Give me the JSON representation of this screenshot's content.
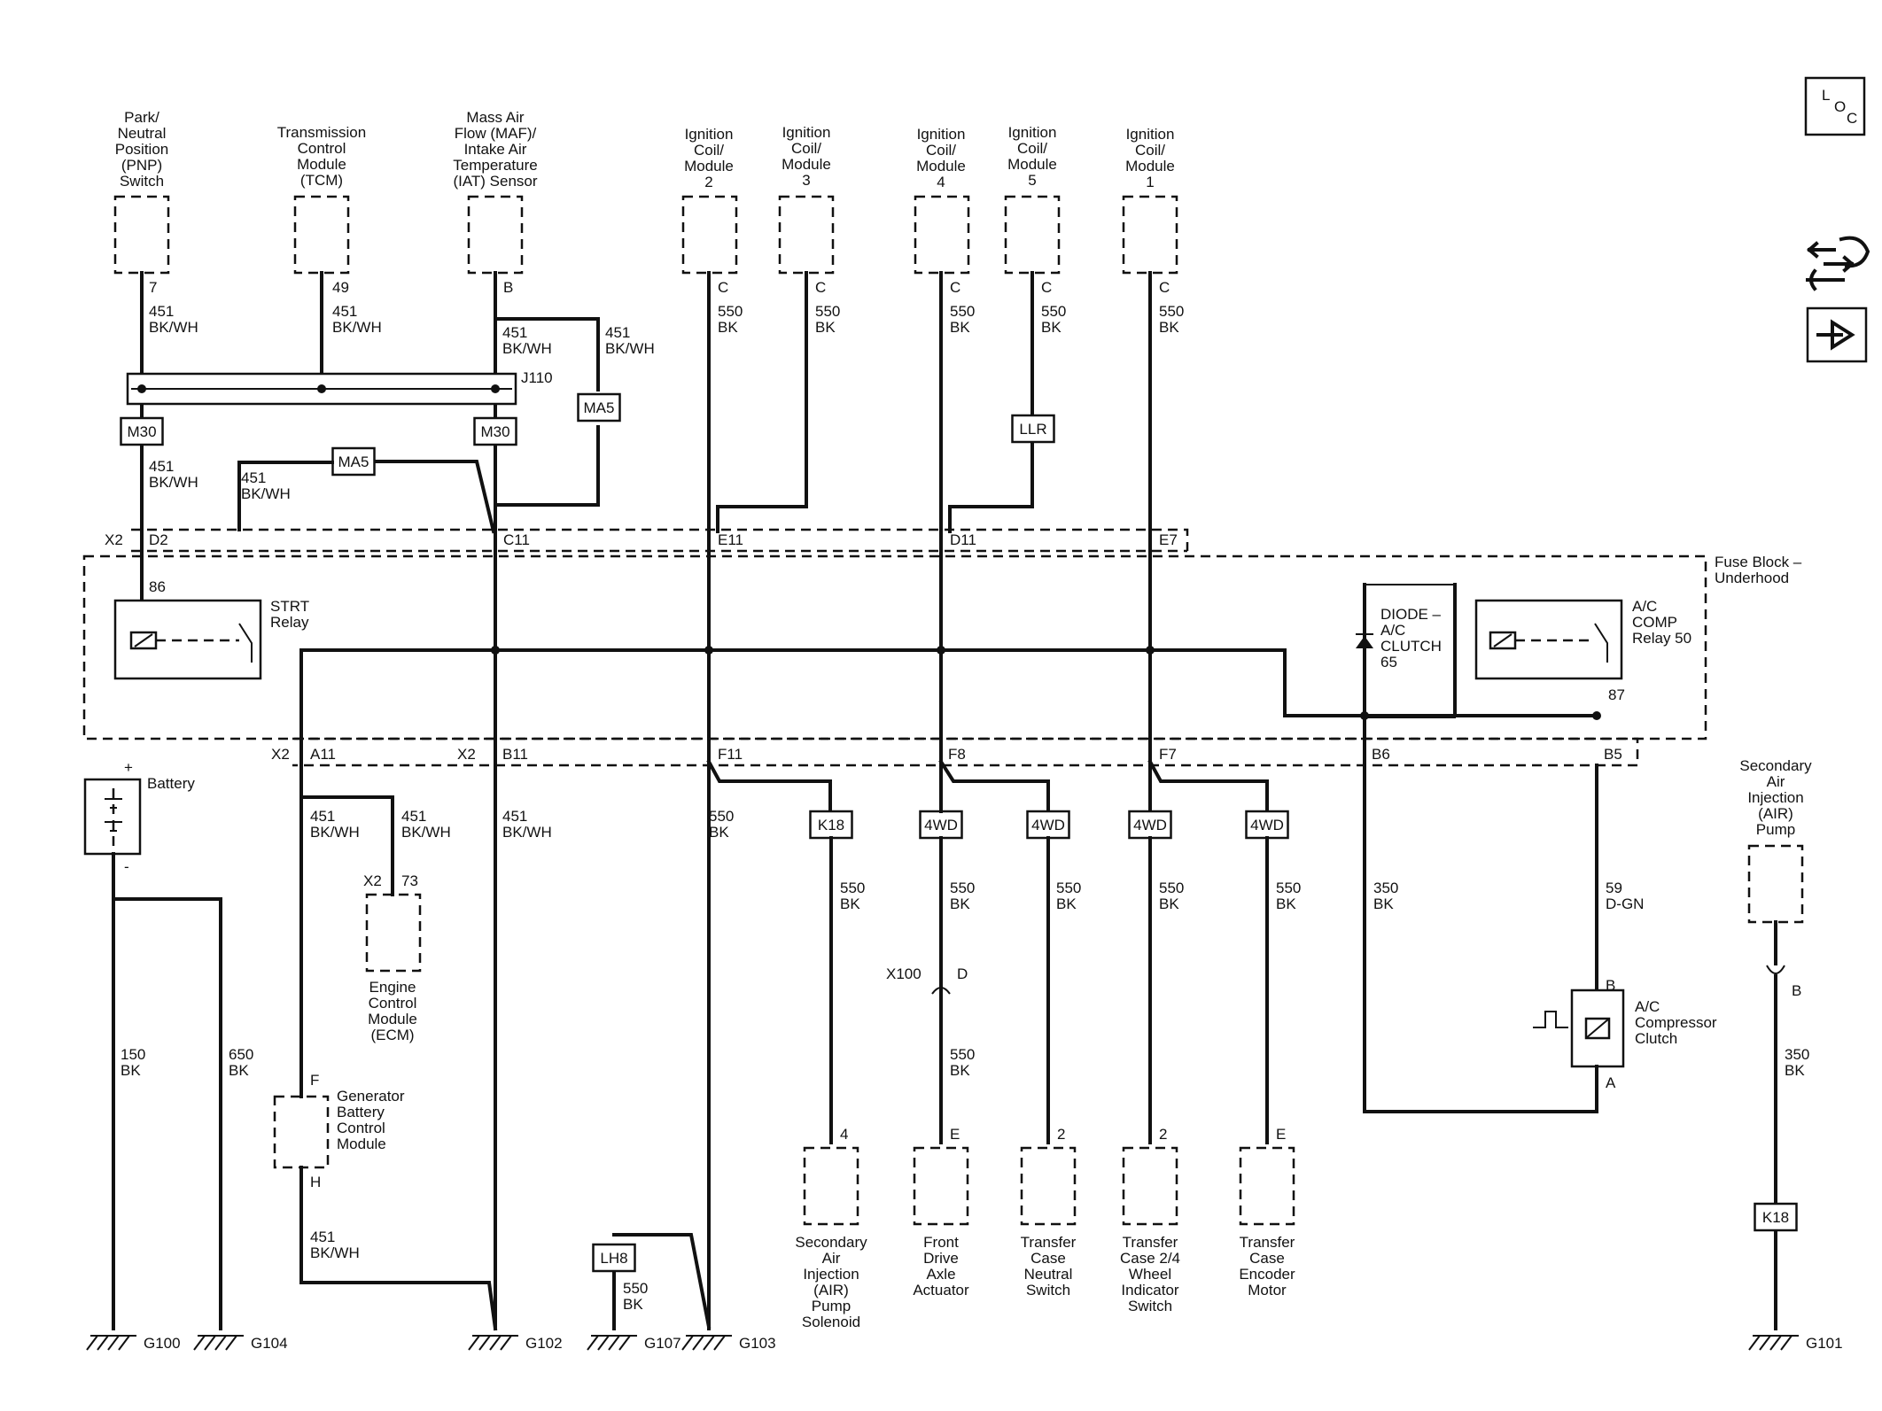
{
  "components": {
    "pnp": [
      "Park/",
      "Neutral",
      "Position",
      "(PNP)",
      "Switch"
    ],
    "tcm": [
      "Transmission",
      "Control",
      "Module",
      "(TCM)"
    ],
    "maf": [
      "Mass Air",
      "Flow (MAF)/",
      "Intake Air",
      "Temperature",
      "(IAT) Sensor"
    ],
    "coil2": [
      "Ignition",
      "Coil/",
      "Module",
      "2"
    ],
    "coil3": [
      "Ignition",
      "Coil/",
      "Module",
      "3"
    ],
    "coil4": [
      "Ignition",
      "Coil/",
      "Module",
      "4"
    ],
    "coil5": [
      "Ignition",
      "Coil/",
      "Module",
      "5"
    ],
    "coil1": [
      "Ignition",
      "Coil/",
      "Module",
      "1"
    ],
    "strt_relay": [
      "STRT",
      "Relay"
    ],
    "diode": [
      "DIODE –",
      "A/C",
      "CLUTCH",
      "65"
    ],
    "ac_relay": [
      "A/C",
      "COMP",
      "Relay 50"
    ],
    "fuse_block": [
      "Fuse Block –",
      "Underhood"
    ],
    "battery": "Battery",
    "ecm": [
      "Engine",
      "Control",
      "Module",
      "(ECM)"
    ],
    "generator": [
      "Generator",
      "Battery",
      "Control",
      "Module"
    ],
    "air_pump_solenoid": [
      "Secondary",
      "Air",
      "Injection",
      "(AIR)",
      "Pump",
      "Solenoid"
    ],
    "front_axle": [
      "Front",
      "Drive",
      "Axle",
      "Actuator"
    ],
    "tc_neutral": [
      "Transfer",
      "Case",
      "Neutral",
      "Switch"
    ],
    "tc_24": [
      "Transfer",
      "Case 2/4",
      "Wheel",
      "Indicator",
      "Switch"
    ],
    "tc_encoder": [
      "Transfer",
      "Case",
      "Encoder",
      "Motor"
    ],
    "ac_clutch": [
      "A/C",
      "Compressor",
      "Clutch"
    ],
    "air_pump": [
      "Secondary",
      "Air",
      "Injection",
      "(AIR)",
      "Pump"
    ]
  },
  "pins": {
    "pnp": "7",
    "tcm": "49",
    "maf": "B",
    "coil2": "C",
    "coil3": "C",
    "coil4": "C",
    "coil5": "C",
    "coil1": "C",
    "strt_86": "86",
    "ac_87": "87",
    "ecm_x2": "X2",
    "ecm_73": "73",
    "gen_f": "F",
    "gen_h": "H",
    "sol_4": "4",
    "axle_e": "E",
    "tcn_2": "2",
    "tc24_2": "2",
    "tce_e": "E",
    "clutch_b": "B",
    "clutch_a": "A",
    "pump_b": "B",
    "battery_pos": "+",
    "battery_neg": "-",
    "x100": "X100",
    "x100_d": "D"
  },
  "connectors": {
    "x2_top": "X2",
    "d2": "D2",
    "c11": "C11",
    "e11": "E11",
    "d11": "D11",
    "e7": "E7",
    "x2_bot_a": "X2",
    "a11": "A11",
    "x2_bot_b": "X2",
    "b11": "B11",
    "f11": "F11",
    "f8": "F8",
    "f7": "F7",
    "b6": "B6",
    "b5": "B5",
    "j110": "J110"
  },
  "options": {
    "m30_a": "M30",
    "m30_b": "M30",
    "ma5_a": "MA5",
    "ma5_b": "MA5",
    "llr": "LLR",
    "k18_a": "K18",
    "wd_a": "4WD",
    "wd_b": "4WD",
    "wd_c": "4WD",
    "wd_d": "4WD",
    "lh8": "LH8",
    "k18_b": "K18"
  },
  "wires": {
    "pnp": [
      "451",
      "BK/WH"
    ],
    "tcm": [
      "451",
      "BK/WH"
    ],
    "maf": [
      "451",
      "BK/WH"
    ],
    "maf_b": [
      "451",
      "BK/WH"
    ],
    "m30_below": [
      "451",
      "BK/WH"
    ],
    "ma5_left": [
      "451",
      "BK/WH"
    ],
    "coil2": [
      "550",
      "BK"
    ],
    "coil3": [
      "550",
      "BK"
    ],
    "coil4": [
      "550",
      "BK"
    ],
    "coil5": [
      "550",
      "BK"
    ],
    "coil1": [
      "550",
      "BK"
    ],
    "a11": [
      "451",
      "BK/WH"
    ],
    "ecm": [
      "451",
      "BK/WH"
    ],
    "b11": [
      "451",
      "BK/WH"
    ],
    "f11": [
      "550",
      "BK"
    ],
    "sol": [
      "550",
      "BK"
    ],
    "axle_top": [
      "550",
      "BK"
    ],
    "axle_bot": [
      "550",
      "BK"
    ],
    "tcn": [
      "550",
      "BK"
    ],
    "tc24": [
      "550",
      "BK"
    ],
    "tce": [
      "550",
      "BK"
    ],
    "b6": [
      "350",
      "BK"
    ],
    "b5": [
      "59",
      "D-GN"
    ],
    "bat_neg": [
      "150",
      "BK"
    ],
    "bat_pos": [
      "650",
      "BK"
    ],
    "gen_h": [
      "451",
      "BK/WH"
    ],
    "lh8": [
      "550",
      "BK"
    ],
    "pump": [
      "350",
      "BK"
    ]
  },
  "grounds": {
    "g100": "G100",
    "g104": "G104",
    "g102": "G102",
    "g107": "G107",
    "g103": "G103",
    "g101": "G101"
  },
  "side_icons": {
    "loc_main": "L",
    "loc_o": "O",
    "loc_c": "C"
  }
}
